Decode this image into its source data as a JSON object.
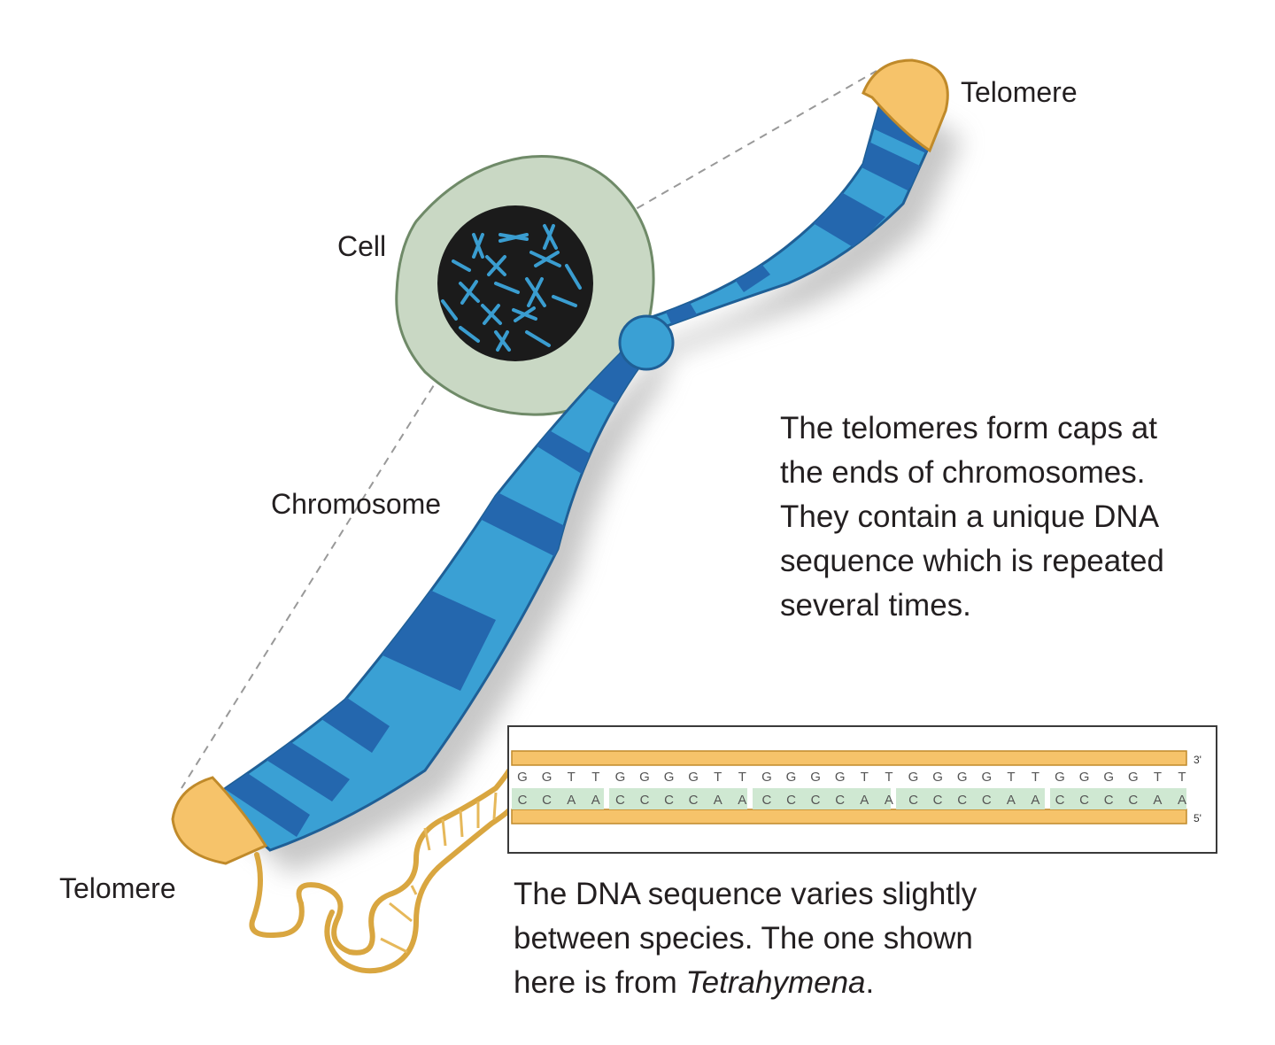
{
  "labels": {
    "telomere_top": "Telomere",
    "telomere_bottom": "Telomere",
    "cell": "Cell",
    "chromosome": "Chromosome"
  },
  "caption_top": {
    "line1": "The telomeres form caps at",
    "line2": "the ends of chromosomes.",
    "line3": "They contain a unique DNA",
    "line4": "sequence which is repeated",
    "line5": "several times."
  },
  "caption_bottom": {
    "line1": "The DNA sequence varies slightly",
    "line2": "between species. The one shown",
    "line3_prefix": "here is from ",
    "line3_species": "Tetrahymena",
    "line3_suffix": "."
  },
  "dna_box": {
    "top_strand": [
      "G",
      "G",
      "T",
      "T",
      "G",
      "G",
      "G",
      "G",
      "T",
      "T",
      "G",
      "G",
      "G",
      "G",
      "T",
      "T",
      "G",
      "G",
      "G",
      "G",
      "T",
      "T",
      "G",
      "G",
      "G",
      "G",
      "T",
      "T"
    ],
    "bottom_strand": [
      "C",
      "C",
      "A",
      "A",
      "C",
      "C",
      "C",
      "C",
      "A",
      "A",
      "C",
      "C",
      "C",
      "C",
      "A",
      "A",
      "C",
      "C",
      "C",
      "C",
      "A",
      "A",
      "C",
      "C",
      "C",
      "C",
      "A",
      "A"
    ],
    "top_end": "3'",
    "bottom_end": "5'"
  },
  "colors": {
    "chromosome_light": "#3aa0d4",
    "chromosome_dark": "#2467ae",
    "telomere": "#f6c36a",
    "cell": "#c9d8c4",
    "nucleus": "#1b1b1b",
    "highlight": "#cfe8d2"
  }
}
